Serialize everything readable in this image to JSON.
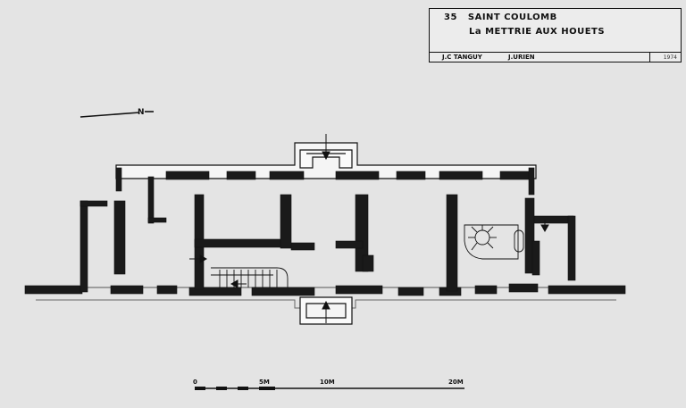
{
  "cartouche": {
    "code": "35",
    "commune": "SAINT COULOMB",
    "site": "La METTRIE AUX HOUETS",
    "author1": "J.C TANGUY",
    "author2": "J.URIEN",
    "year": "1974"
  },
  "north_label": "N",
  "scale": {
    "labels": [
      "0",
      "5M",
      "10M",
      "20M"
    ]
  }
}
